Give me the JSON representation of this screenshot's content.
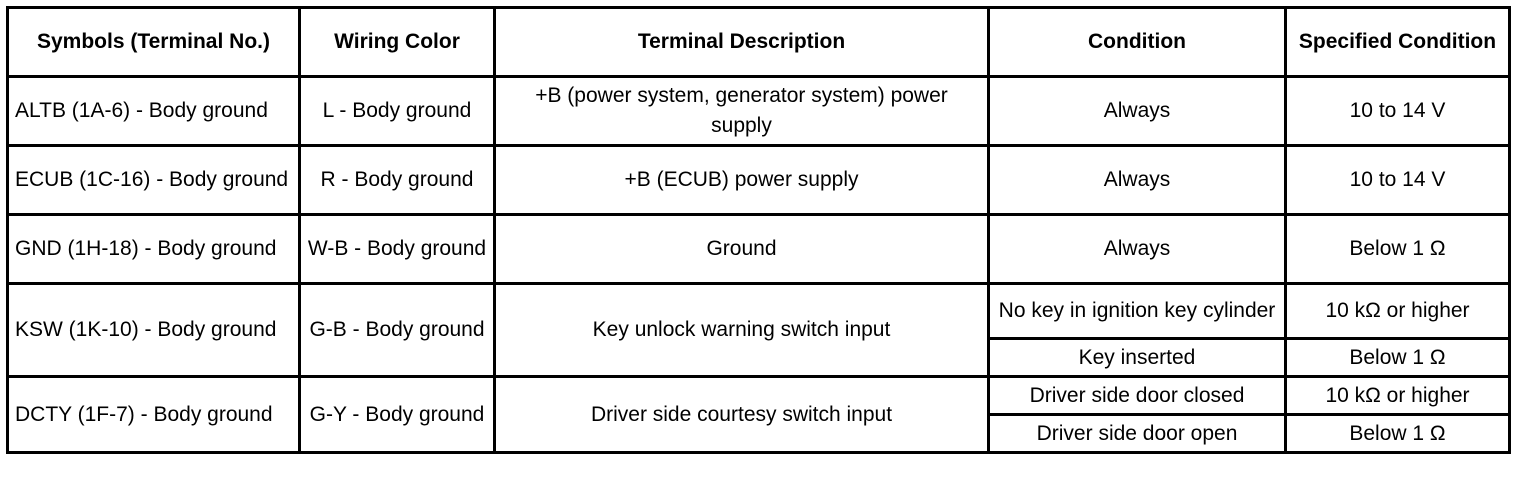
{
  "headers": {
    "symbols": "Symbols (Terminal No.)",
    "wiring": "Wiring Color",
    "description": "Terminal Description",
    "condition": "Condition",
    "specified": "Specified Condition"
  },
  "rows": [
    {
      "symbol": "ALTB (1A-6) - Body ground",
      "wiring": "L - Body ground",
      "description": "+B (power system, generator system) power supply",
      "condition": "Always",
      "specified": "10 to 14 V"
    },
    {
      "symbol": "ECUB (1C-16) - Body ground",
      "wiring": "R - Body ground",
      "description": "+B (ECUB) power supply",
      "condition": "Always",
      "specified": "10 to 14 V"
    },
    {
      "symbol": "GND (1H-18) - Body ground",
      "wiring": "W-B - Body ground",
      "description": "Ground",
      "condition": "Always",
      "specified": "Below 1 Ω"
    },
    {
      "symbol": "KSW (1K-10) - Body ground",
      "wiring": "G-B - Body ground",
      "description": "Key unlock warning switch input",
      "conditions": [
        {
          "condition": "No key in ignition key cylinder",
          "specified": "10 kΩ or higher"
        },
        {
          "condition": "Key inserted",
          "specified": "Below 1 Ω"
        }
      ]
    },
    {
      "symbol": "DCTY (1F-7) - Body ground",
      "wiring": "G-Y - Body ground",
      "description": "Driver side courtesy switch input",
      "conditions": [
        {
          "condition": "Driver side door closed",
          "specified": "10 kΩ or higher"
        },
        {
          "condition": "Driver side door open",
          "specified": "Below 1 Ω"
        }
      ]
    }
  ]
}
